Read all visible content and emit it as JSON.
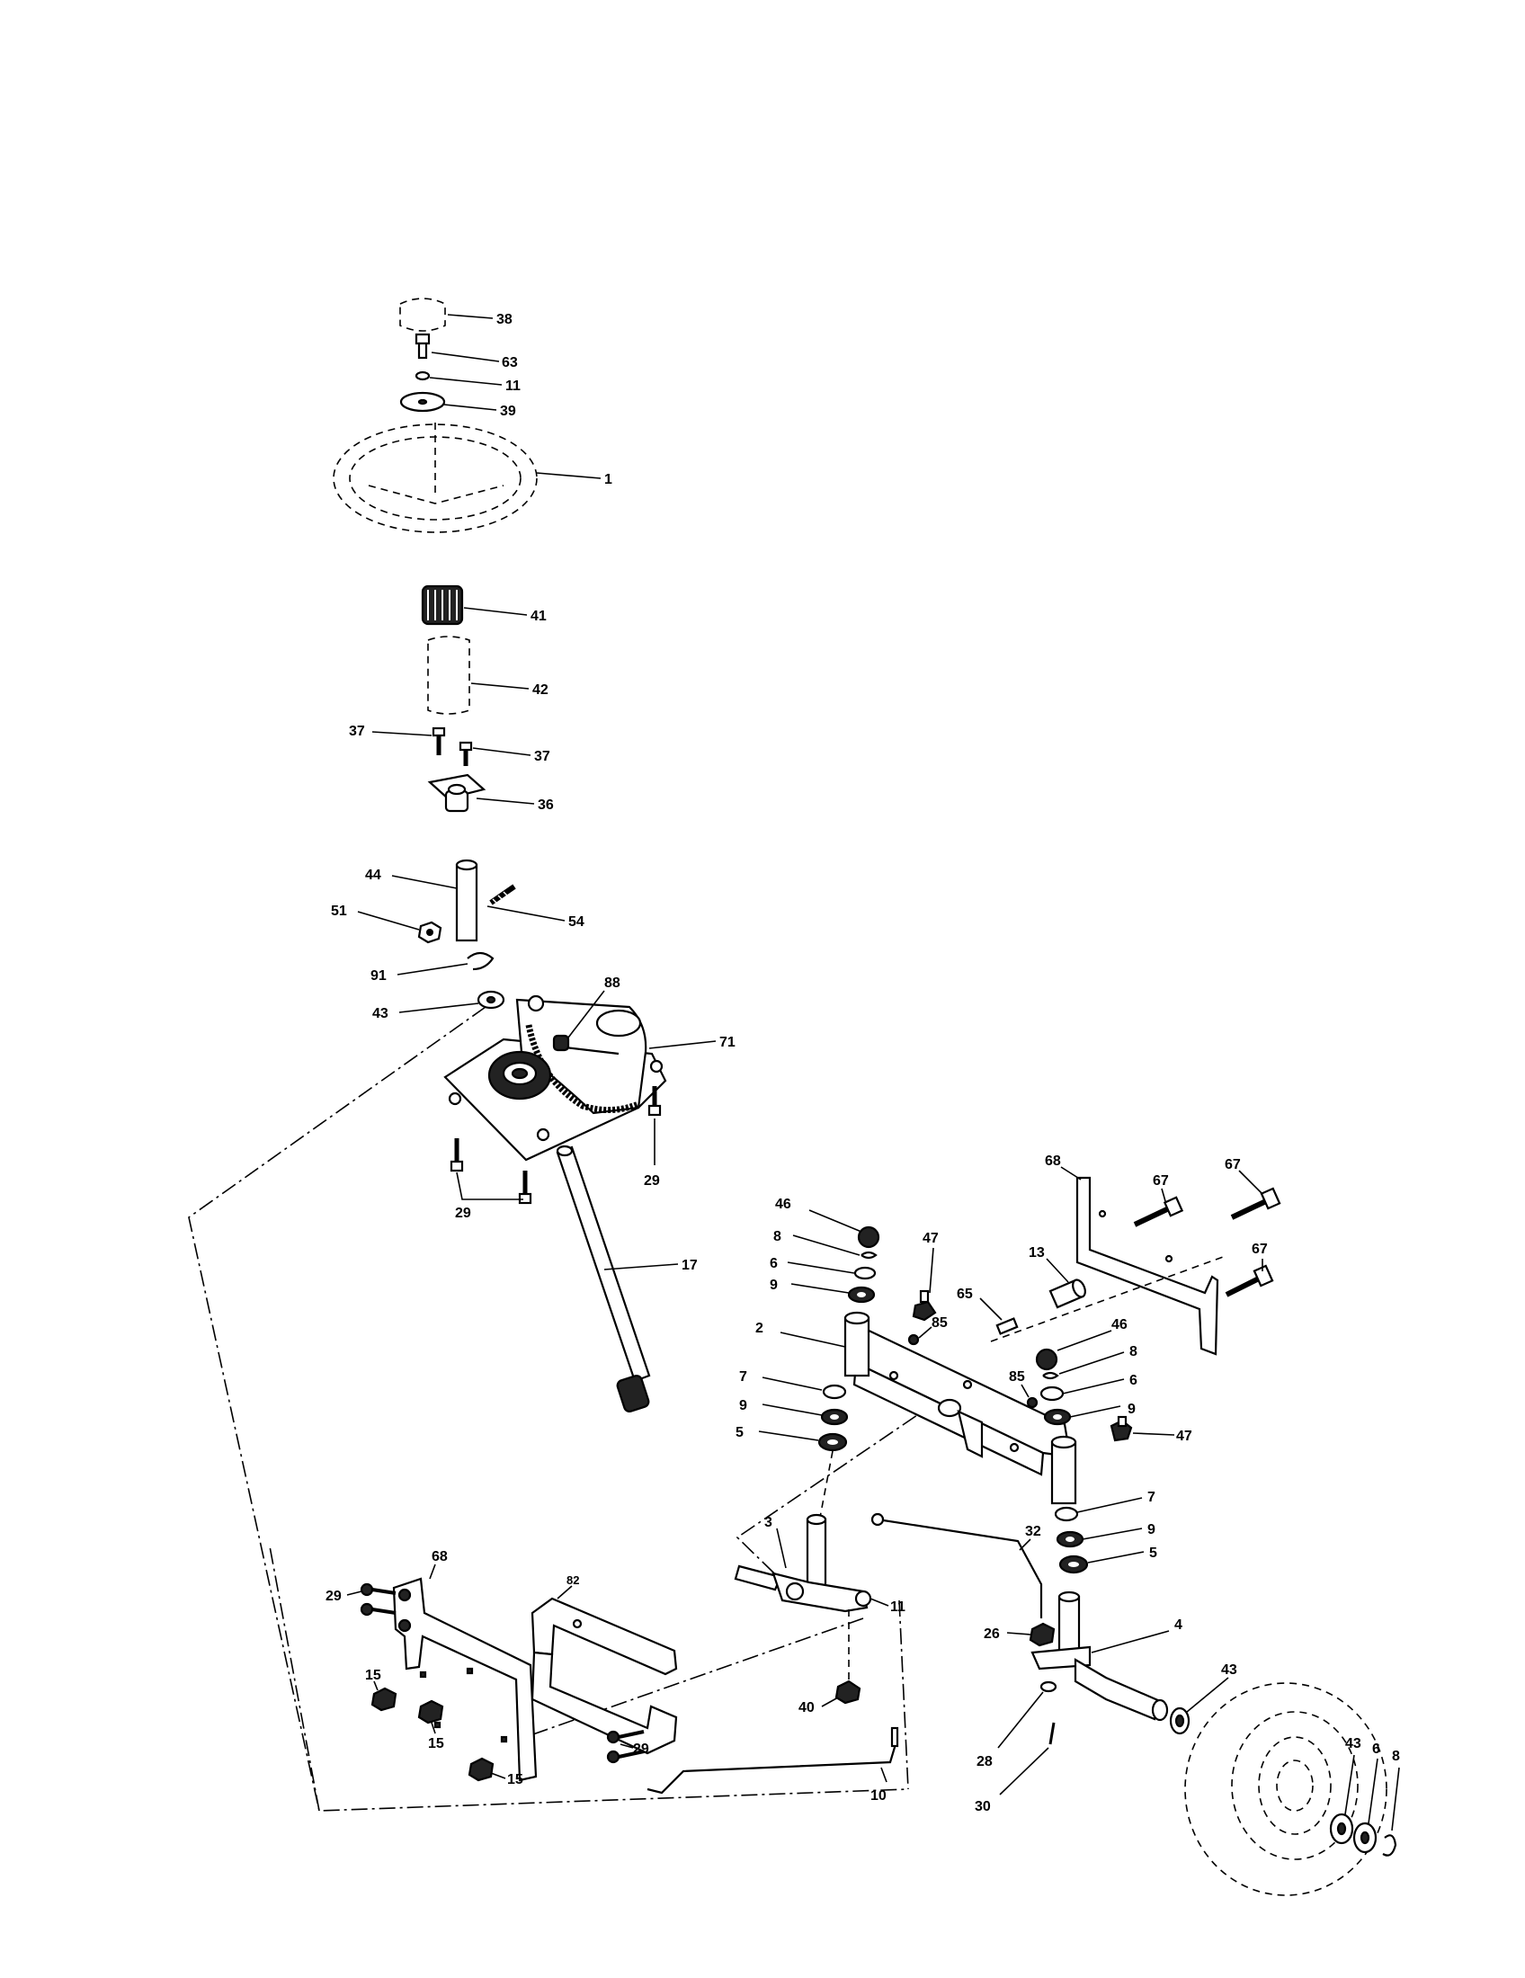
{
  "diagram": {
    "callouts": {
      "c38": "38",
      "c63": "63",
      "c11a": "11",
      "c39": "39",
      "c1": "1",
      "c41": "41",
      "c42": "42",
      "c37a": "37",
      "c37b": "37",
      "c36": "36",
      "c44": "44",
      "c51": "51",
      "c54": "54",
      "c91": "91",
      "c88": "88",
      "c43a": "43",
      "c71": "71",
      "c29a": "29",
      "c29b": "29",
      "c17": "17",
      "c68a": "68",
      "c67a": "67",
      "c67b": "67",
      "c67c": "67",
      "c13": "13",
      "c65": "65",
      "c46a": "46",
      "c8a": "8",
      "c6a": "6",
      "c9a": "9",
      "c47a": "47",
      "c85a": "85",
      "c2": "2",
      "c46b": "46",
      "c8b": "8",
      "c85b": "85",
      "c6b": "6",
      "c9b": "9",
      "c47b": "47",
      "c7a": "7",
      "c9c": "9",
      "c5a": "5",
      "c7b": "7",
      "c9d": "9",
      "c5b": "5",
      "c3": "3",
      "c11b": "11",
      "c32": "32",
      "c40": "40",
      "c4": "4",
      "c26": "26",
      "c68b": "68",
      "c82": "82",
      "c29c": "29",
      "c29d": "29",
      "c15a": "15",
      "c15b": "15",
      "c15c": "15",
      "c10": "10",
      "c28": "28",
      "c30": "30",
      "c43b": "43",
      "c43c": "43",
      "c6c": "6",
      "c8c": "8"
    }
  }
}
